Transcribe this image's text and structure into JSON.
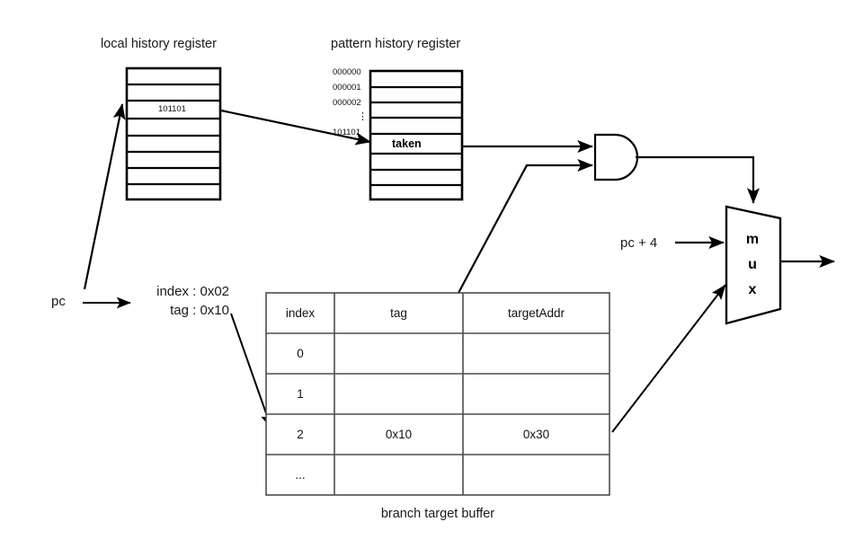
{
  "diagram": {
    "title_local": "local history register",
    "title_pattern": "pattern history register",
    "caption_btb": "branch target buffer"
  },
  "local_history_register": {
    "label": "local history register",
    "rows": [
      "",
      "",
      "101101",
      "",
      "",
      "",
      "",
      ""
    ],
    "highlighted_value": "101101"
  },
  "pattern_history_register": {
    "label": "pattern history register",
    "row_tags": [
      "000000",
      "000001",
      "000002",
      "⋮",
      "101101",
      "",
      "",
      ""
    ],
    "rows": [
      "",
      "",
      "",
      "",
      "taken",
      "",
      "",
      ""
    ],
    "prediction": "taken"
  },
  "pc": {
    "label": "pc",
    "index_label": "index : 0x02",
    "tag_label": "tag : 0x10"
  },
  "btb": {
    "caption": "branch target buffer",
    "columns": [
      "index",
      "tag",
      "targetAddr"
    ],
    "rows": [
      {
        "index": "0",
        "tag": "",
        "targetAddr": ""
      },
      {
        "index": "1",
        "tag": "",
        "targetAddr": ""
      },
      {
        "index": "2",
        "tag": "0x10",
        "targetAddr": "0x30"
      },
      {
        "index": "...",
        "tag": "",
        "targetAddr": ""
      }
    ]
  },
  "logic": {
    "and_gate_name": "AND",
    "mux_letters": [
      "m",
      "u",
      "x"
    ],
    "pc_plus_4": "pc + 4"
  },
  "colors": {
    "stroke": "#000000",
    "thin_stroke": "#4d4d4d",
    "background": "#ffffff",
    "text": "#111111"
  }
}
